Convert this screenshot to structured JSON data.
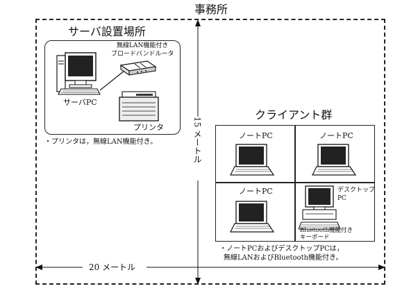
{
  "office": {
    "title": "事務所",
    "width_label": "20 メートル",
    "height_label": "15 メートル"
  },
  "server_area": {
    "title": "サーバ設置場所",
    "router_label_line1": "無線LAN機能付き",
    "router_label_line2": "ブロードバンドルータ",
    "server_pc_label": "サーバPC",
    "printer_label": "プリンタ",
    "note": "・プリンタは，無線LAN機能付き。"
  },
  "clients": {
    "title": "クライアント群",
    "cells": [
      {
        "label": "ノートPC"
      },
      {
        "label": "ノートPC"
      },
      {
        "label": "ノートPC"
      },
      {
        "label_line1": "デスクトップ",
        "label_line2": "PC",
        "keyboard_line1": "Bluetooth機能付き",
        "keyboard_line2": "キーボード"
      }
    ],
    "note_line1": "・ノートPCおよびデスクトップPCは，",
    "note_line2": "無線LANおよびBluetooth機能付き。"
  }
}
